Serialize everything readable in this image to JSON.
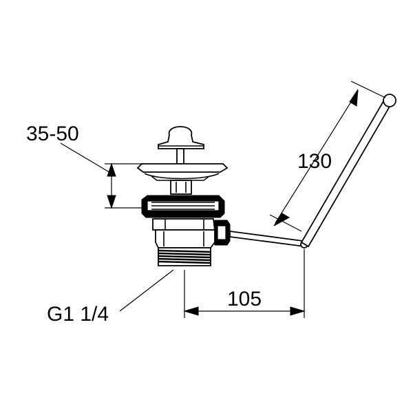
{
  "dimensions": {
    "height_range": "35-50",
    "lever_length": "130",
    "horizontal_offset": "105",
    "thread_size": "G1 1/4"
  }
}
